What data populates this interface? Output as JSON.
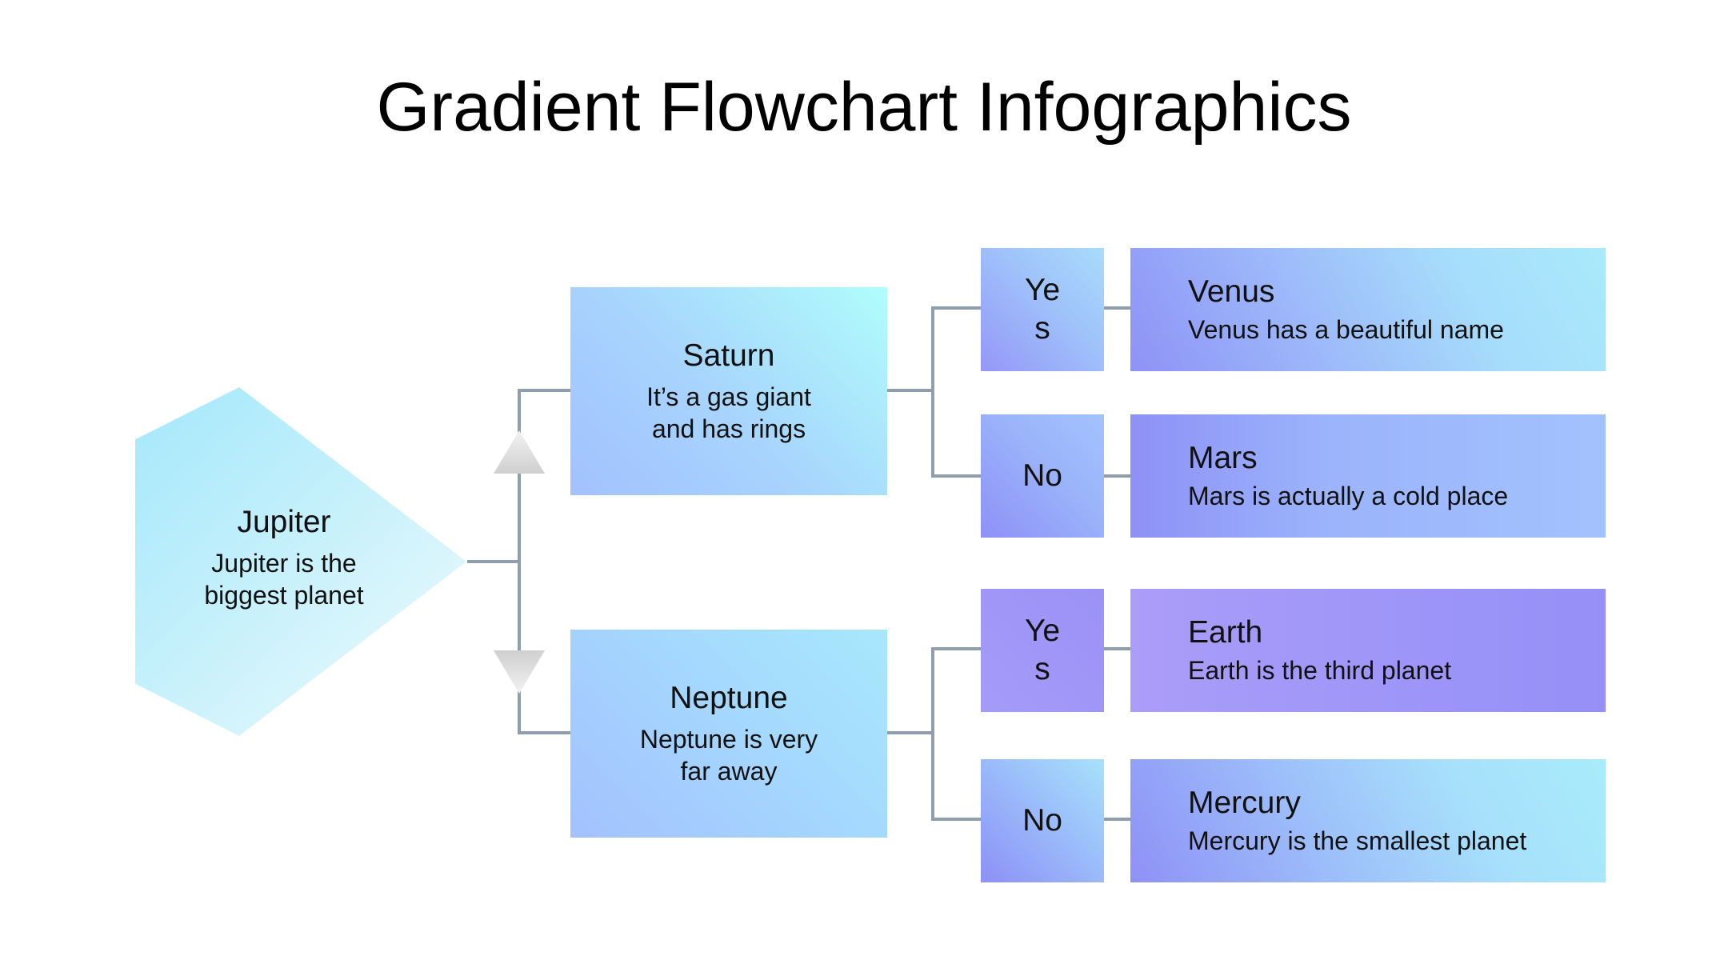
{
  "title": "Gradient Flowchart Infographics",
  "root": {
    "heading": "Jupiter",
    "desc_line1": "Jupiter is the",
    "desc_line2": "biggest planet"
  },
  "branches": [
    {
      "heading": "Saturn",
      "desc_line1": "It’s a gas giant",
      "desc_line2": "and has rings",
      "options": [
        {
          "label_line1": "Ye",
          "label_line2": "s",
          "heading": "Venus",
          "desc": "Venus has a beautiful name"
        },
        {
          "label_line1": "No",
          "label_line2": "",
          "heading": "Mars",
          "desc": "Mars is actually a cold place"
        }
      ]
    },
    {
      "heading": "Neptune",
      "desc_line1": "Neptune is very",
      "desc_line2": "far away",
      "options": [
        {
          "label_line1": "Ye",
          "label_line2": "s",
          "heading": "Earth",
          "desc": "Earth is the third planet"
        },
        {
          "label_line1": "No",
          "label_line2": "",
          "heading": "Mercury",
          "desc": "Mercury is the smallest planet"
        }
      ]
    }
  ],
  "colors": {
    "connector": "#8e9eac",
    "arrow": "#d8d8d8"
  },
  "icons": {
    "up_arrow": "triangle-up-icon",
    "down_arrow": "triangle-down-icon"
  }
}
